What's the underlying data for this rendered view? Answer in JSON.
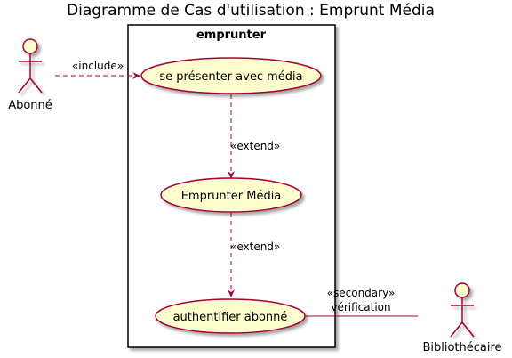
{
  "title": "Diagramme de Cas d'utilisation : Emprunt Média",
  "package": {
    "name": "emprunter"
  },
  "actors": {
    "abonne": "Abonné",
    "bibliothecaire": "Bibliothécaire"
  },
  "use_cases": {
    "presenter": "se présenter avec média",
    "emprunter": "Emprunter Média",
    "authentifier": "authentifier abonné"
  },
  "relations": {
    "include": "«include»",
    "extend1": "«extend»",
    "extend2": "«extend»",
    "secondary_stereotype": "«secondary»",
    "secondary_label": "vérification"
  },
  "colors": {
    "actor_fill": "#FEFECE",
    "actor_stroke": "#A80036",
    "usecase_fill": "#FEFECE",
    "usecase_stroke": "#A80036",
    "edge": "#A80036",
    "package_stroke": "#000000"
  }
}
